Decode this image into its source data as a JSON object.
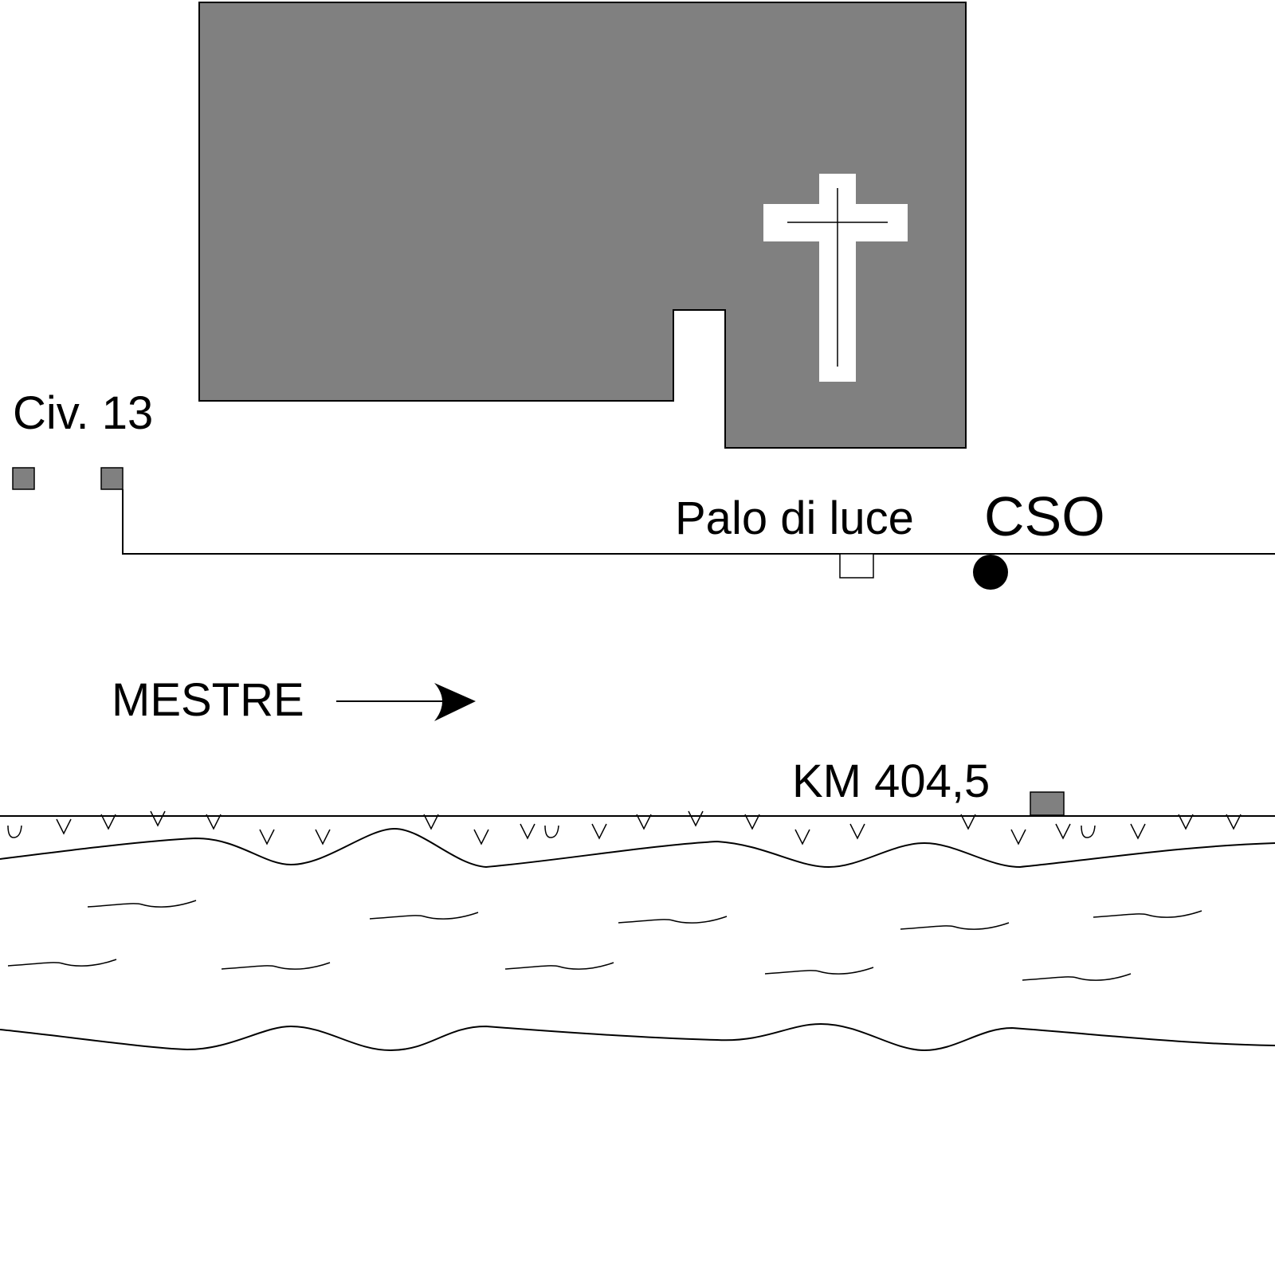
{
  "labels": {
    "civic_number": "Civ. 13",
    "light_pole": "Palo di luce",
    "cso": "CSO",
    "direction": "MESTRE",
    "kilometer": "KM 404,5"
  },
  "colors": {
    "building_fill": "#808080",
    "marker_fill": "#808080",
    "line": "#000000",
    "background": "#ffffff",
    "cso_point": "#000000"
  },
  "icons": {
    "church": "cross-icon",
    "direction": "arrow-right-icon",
    "cso": "filled-circle-icon",
    "light_pole": "square-outline-icon",
    "vegetation": "grass-tuft-icon"
  }
}
